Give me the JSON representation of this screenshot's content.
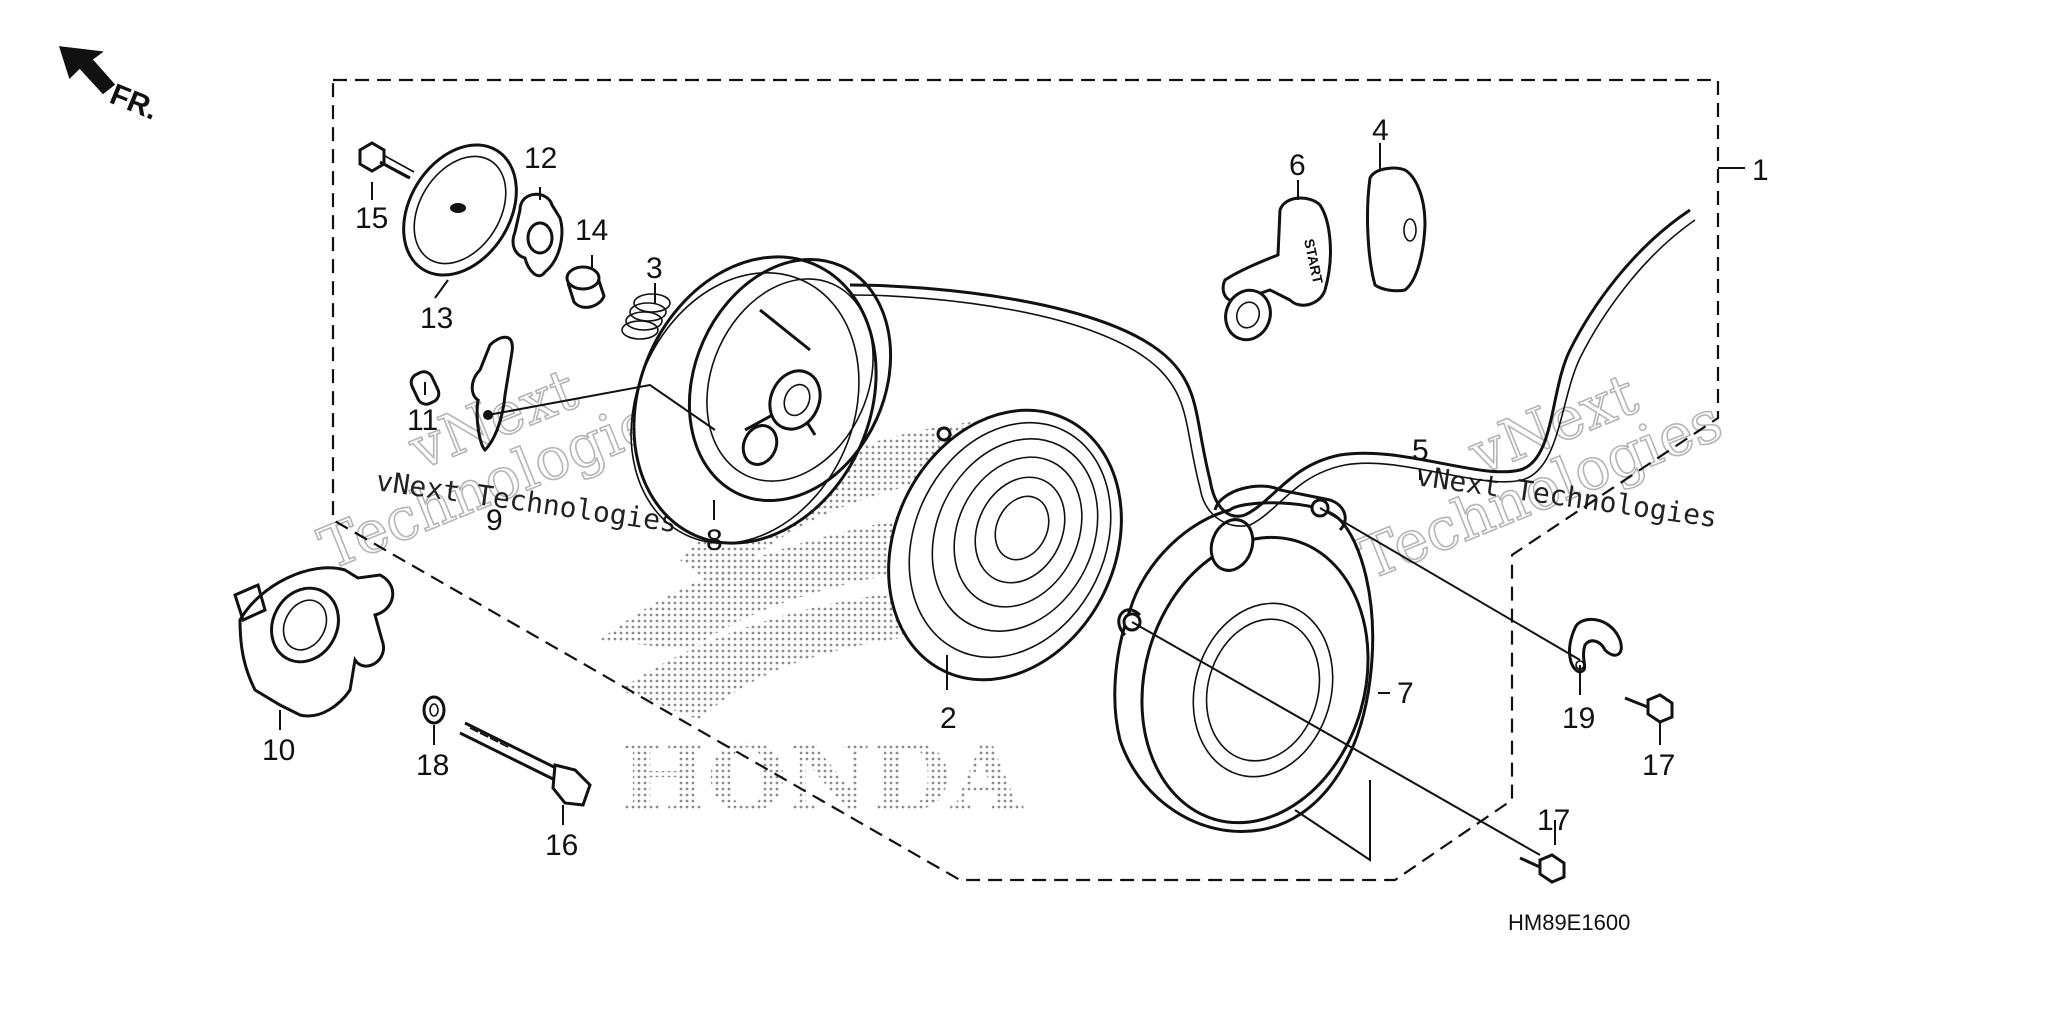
{
  "direction_label": "FR.",
  "diagram_code": "HM89E1600",
  "watermark": {
    "text": "vNext Technologies",
    "line1": "vNext",
    "line2": "Technologies"
  },
  "brand_logo_text": "HONDA",
  "knob_text": "START",
  "callouts": {
    "c1": "1",
    "c2": "2",
    "c3": "3",
    "c4": "4",
    "c5": "5",
    "c6": "6",
    "c7": "7",
    "c8": "8",
    "c9": "9",
    "c10": "10",
    "c11": "11",
    "c12": "12",
    "c13": "13",
    "c14": "14",
    "c15": "15",
    "c16": "16",
    "c17a": "17",
    "c17b": "17",
    "c18": "18",
    "c19": "19"
  }
}
